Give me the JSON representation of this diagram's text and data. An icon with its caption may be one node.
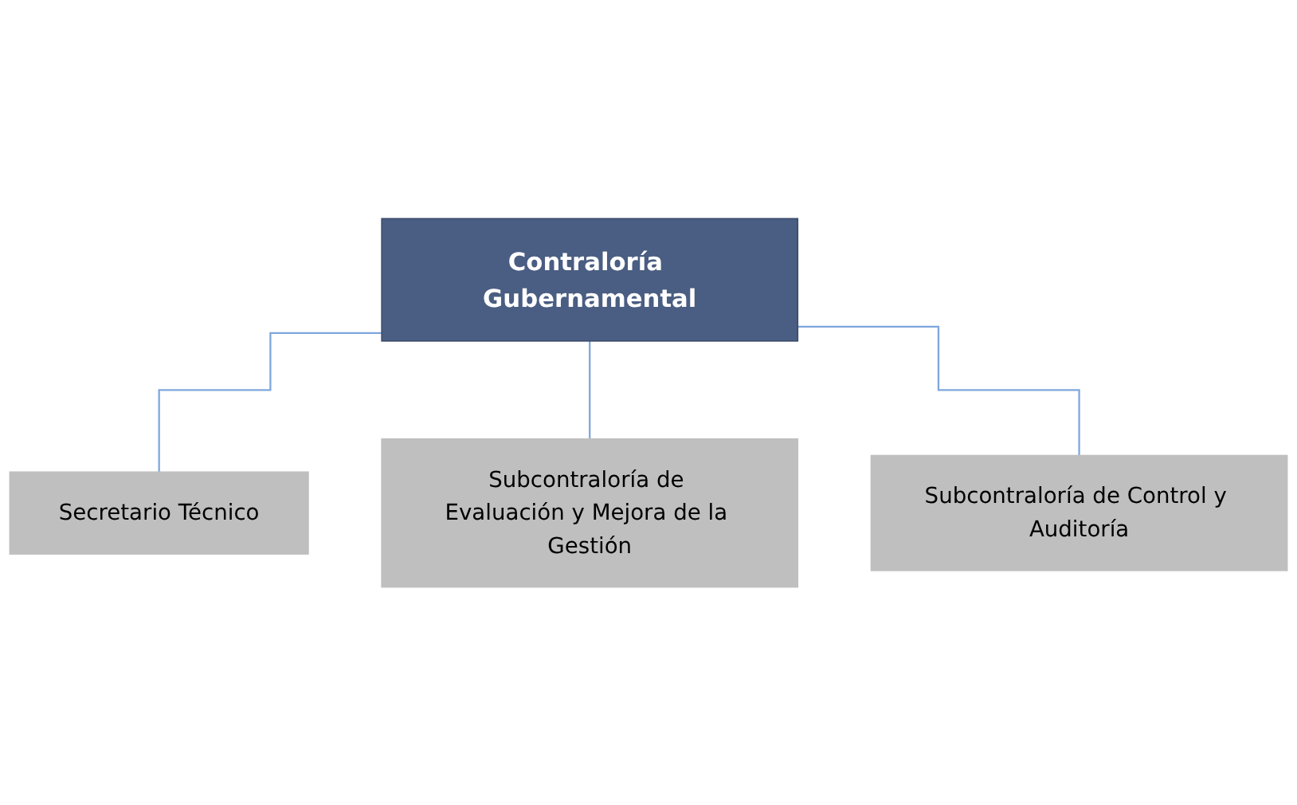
{
  "diagram": {
    "nodes": [
      {
        "text": [
          "Contraloría Gubernamental"
        ]
      },
      {
        "text": [
          "Secretario Técnico"
        ]
      },
      {
        "text": [
          "Subcontraloría de Evaluación y Mejora de la Gestión"
        ]
      },
      {
        "text": [
          "Subcontraloría de Control y Auditoría"
        ]
      }
    ],
    "edges": [
      {
        "from": 0,
        "to": 1,
        "arrow": "none"
      },
      {
        "from": 0,
        "to": 2,
        "arrow": "none"
      },
      {
        "from": 0,
        "to": 3,
        "arrow": "none"
      }
    ]
  }
}
